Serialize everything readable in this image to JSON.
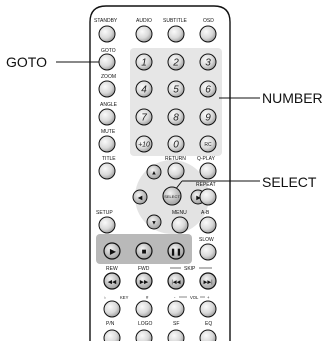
{
  "callouts": {
    "goto": "GOTO",
    "number": "NUMBER",
    "select": "SELECT"
  },
  "labels": {
    "standby": "STANDBY",
    "audio": "AUDIO",
    "subtitle": "SUBTITLE",
    "osd": "OSD",
    "goto": "GOTO",
    "zoom": "ZOOM",
    "angle": "ANGLE",
    "mute": "MUTE",
    "title": "TITLE",
    "return": "RETURN",
    "q_play": "Q-PLAY",
    "repeat": "REPEAT",
    "setup": "SETUP",
    "menu": "MENU",
    "a_b": "A-B",
    "slow": "SLOW",
    "rew": "REW",
    "fwd": "FWD",
    "skip": "SKIP",
    "key": "KEY",
    "vol": "VOL",
    "minus": "-",
    "plus": "+",
    "sharp": "#",
    "flat": "♭",
    "pn": "P/N",
    "logo": "LOGO",
    "sf": "SF",
    "eq": "EQ"
  },
  "number_pad": [
    "1",
    "2",
    "3",
    "4",
    "5",
    "6",
    "7",
    "8",
    "9",
    "+10",
    "0",
    "RC"
  ],
  "button_glyphs": {
    "select": "SELECT",
    "up": "▲",
    "down": "▼",
    "left": "◀",
    "right": "▶",
    "play": "▶",
    "stop": "■",
    "pause": "❚❚",
    "rew": "◀◀",
    "fwd": "▶▶",
    "prev": "|◀◀",
    "next": "▶▶|"
  }
}
